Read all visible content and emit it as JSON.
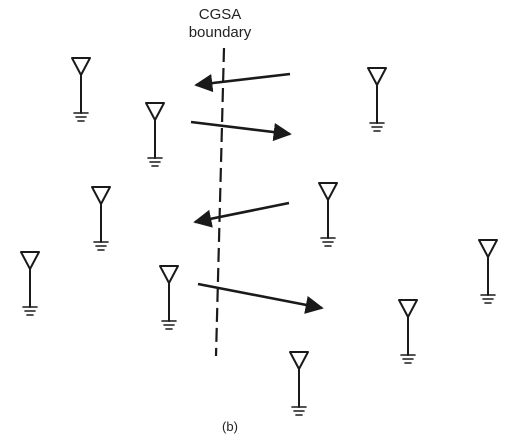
{
  "boundary": {
    "label_line1": "CGSA",
    "label_line2": "boundary"
  },
  "caption": "(b)",
  "antennas": [
    {
      "id": "a1"
    },
    {
      "id": "a2"
    },
    {
      "id": "a3"
    },
    {
      "id": "a4"
    },
    {
      "id": "a5"
    },
    {
      "id": "a6"
    },
    {
      "id": "a7"
    },
    {
      "id": "a8"
    },
    {
      "id": "a9"
    },
    {
      "id": "a10"
    }
  ],
  "arrows": [
    {
      "id": "r1",
      "direction": "inward"
    },
    {
      "id": "r2",
      "direction": "outward"
    },
    {
      "id": "r3",
      "direction": "inward"
    },
    {
      "id": "r4",
      "direction": "outward"
    }
  ]
}
